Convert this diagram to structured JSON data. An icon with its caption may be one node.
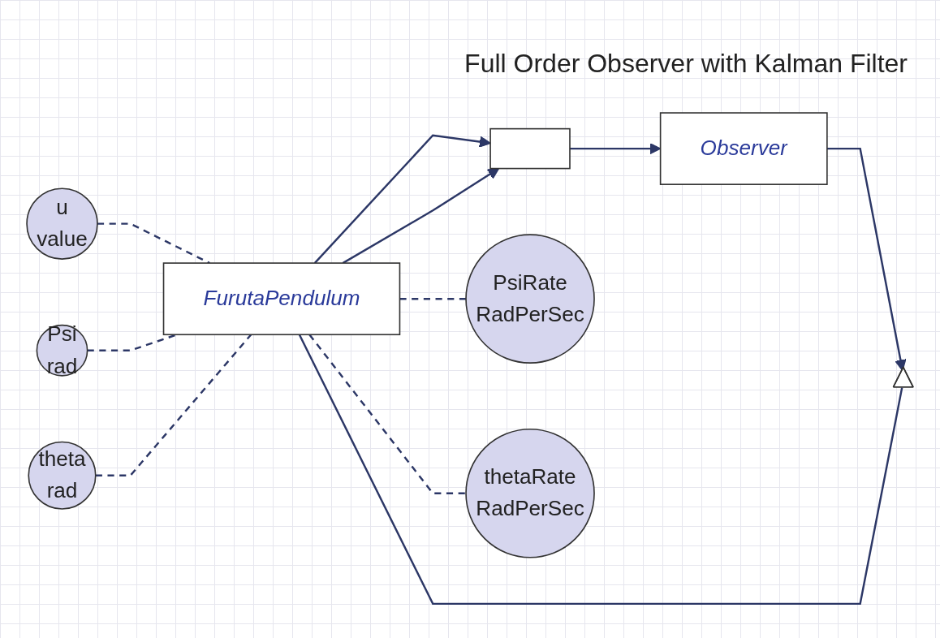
{
  "diagram": {
    "title": "Full Order Observer with Kalman Filter",
    "nodes": [
      {
        "text": [
          "u",
          "value"
        ]
      },
      {
        "text": [
          "Psi",
          "rad"
        ]
      },
      {
        "text": [
          "theta",
          "rad"
        ]
      },
      {
        "text": [
          "FurutaPendulum"
        ]
      },
      {
        "text": [],
        "shape": "box"
      },
      {
        "text": [
          "Observer"
        ]
      },
      {
        "text": [
          "PsiRate",
          "RadPerSec"
        ]
      },
      {
        "text": [
          "thetaRate",
          "RadPerSec"
        ]
      },
      {
        "text": [],
        "shape": "triangle"
      }
    ],
    "edges": [
      {
        "from": 0,
        "to": 3,
        "arrow": "none",
        "style": "dashed"
      },
      {
        "from": 1,
        "to": 3,
        "arrow": "none",
        "style": "dashed"
      },
      {
        "from": 2,
        "to": 3,
        "arrow": "none",
        "style": "dashed"
      },
      {
        "from": 3,
        "to": 6,
        "arrow": "none",
        "style": "dashed"
      },
      {
        "from": 3,
        "to": 7,
        "arrow": "none",
        "style": "dashed"
      },
      {
        "from": 3,
        "to": 4,
        "arrow": "to"
      },
      {
        "from": 3,
        "to": 4,
        "arrow": "to"
      },
      {
        "from": 4,
        "to": 5,
        "arrow": "to"
      },
      {
        "from": 5,
        "to": 8,
        "arrow": "to"
      },
      {
        "from": 8,
        "to": 3,
        "arrow": "none"
      }
    ]
  }
}
